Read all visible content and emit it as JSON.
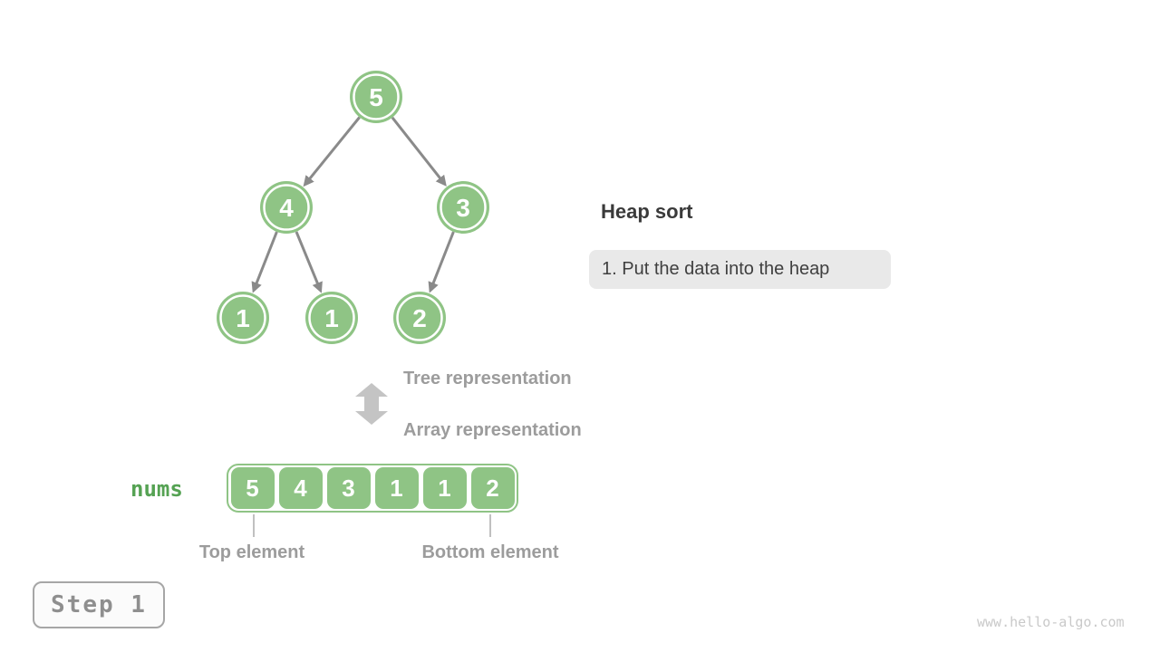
{
  "heading": {
    "title": "Heap sort"
  },
  "callout": {
    "step_text": "1. Put the data into the heap"
  },
  "tree": {
    "node_values": [
      "5",
      "4",
      "3",
      "1",
      "1",
      "2"
    ],
    "edges": [
      [
        0,
        1
      ],
      [
        0,
        2
      ],
      [
        1,
        3
      ],
      [
        1,
        4
      ],
      [
        2,
        5
      ]
    ]
  },
  "bridge": {
    "tree_label": "Tree representation",
    "array_label": "Array representation"
  },
  "array": {
    "var_name": "nums",
    "values": [
      "5",
      "4",
      "3",
      "1",
      "1",
      "2"
    ],
    "top_label": "Top element",
    "bottom_label": "Bottom element"
  },
  "footer": {
    "step_badge": "Step 1",
    "watermark": "www.hello-algo.com"
  },
  "colors": {
    "node_green": "#8fc485",
    "var_green": "#55a253",
    "edge_gray": "#8a8a8a",
    "label_gray": "#9c9c9c",
    "double_arrow_gray": "#c4c4c4",
    "callout_bg": "#e9e9e9",
    "title_dark": "#3a3a3a"
  }
}
